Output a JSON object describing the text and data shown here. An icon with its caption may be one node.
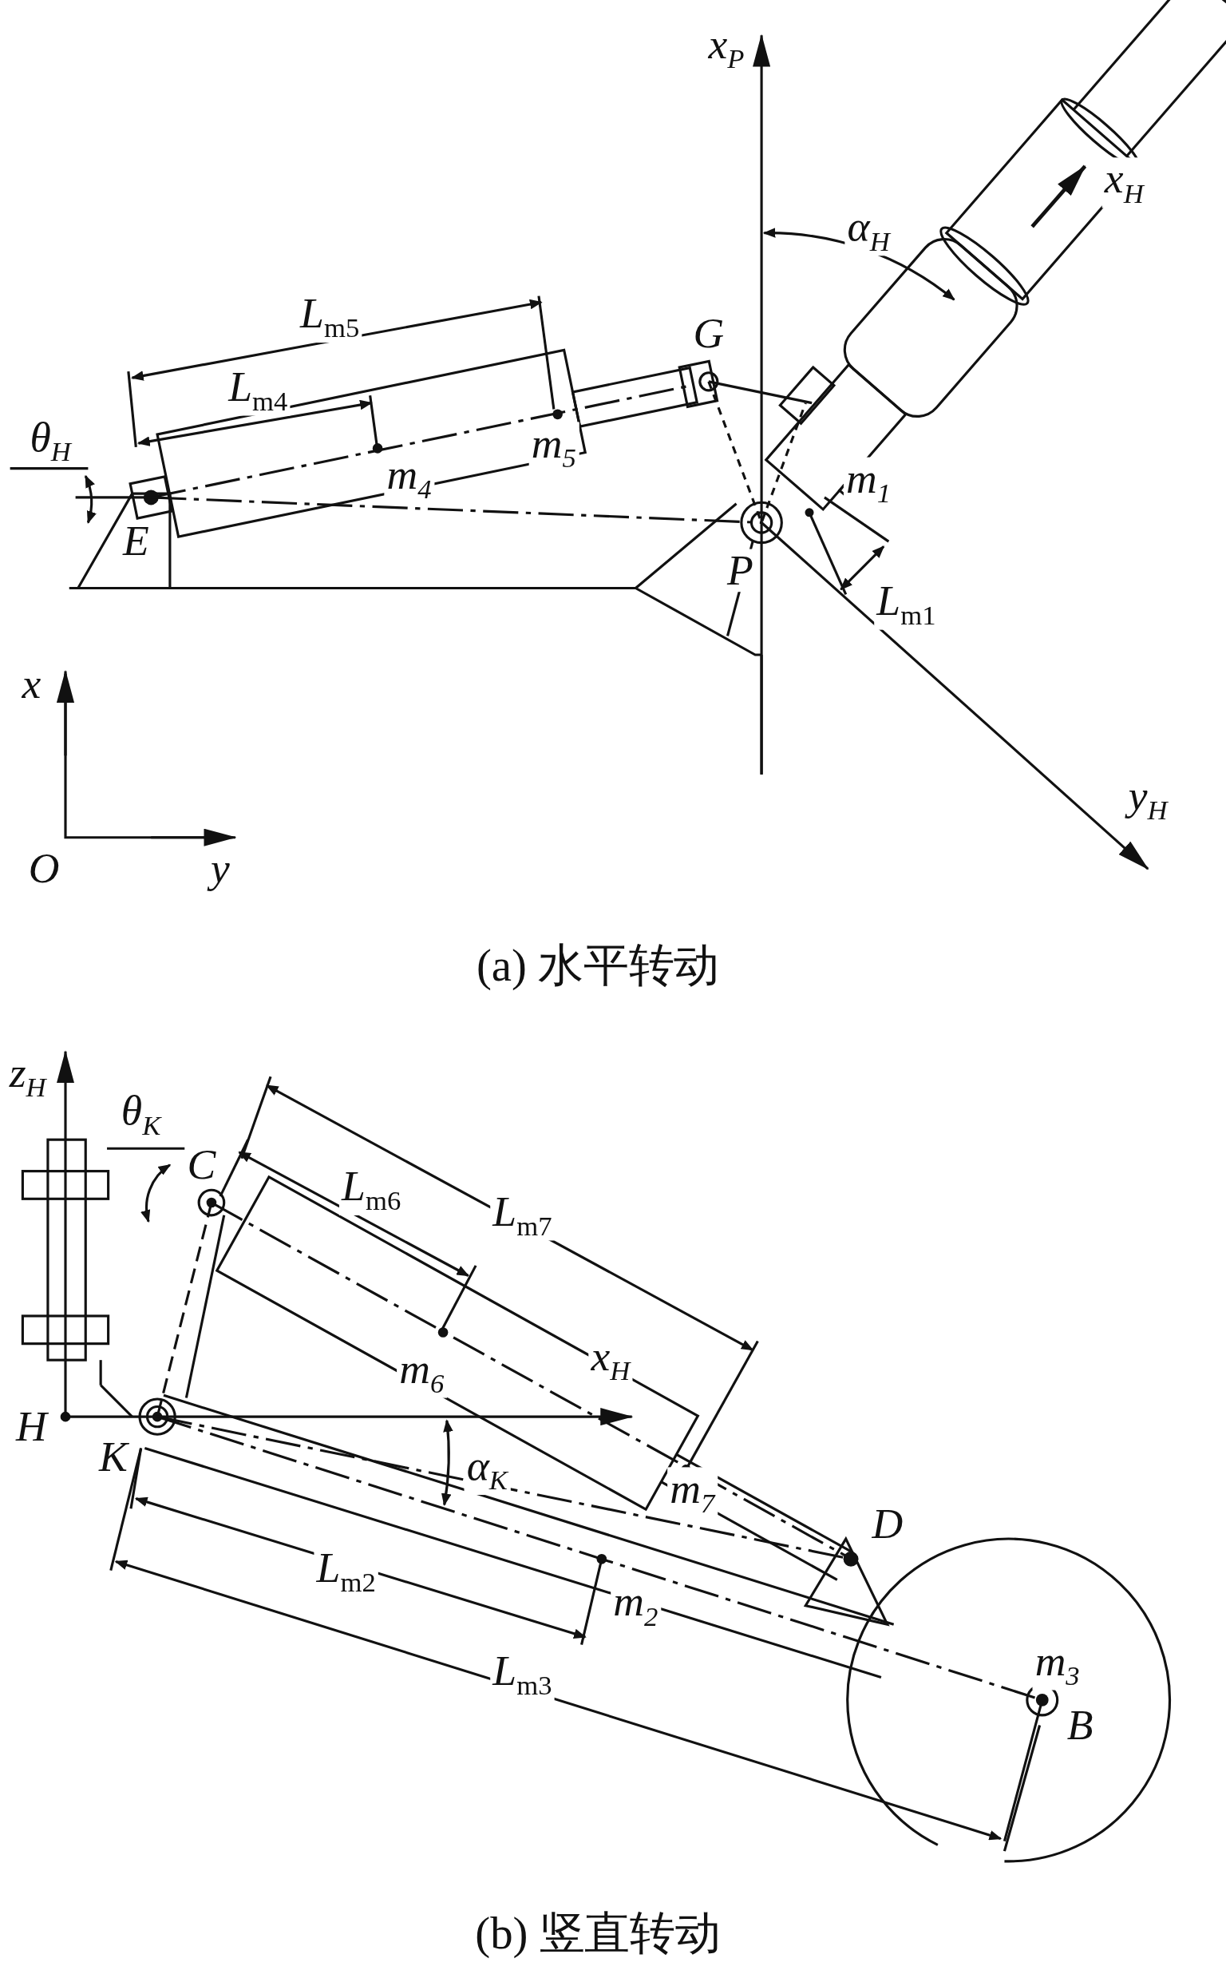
{
  "diagram": {
    "labels": [
      "x$_{P}$",
      "α$_{H}$",
      "x$_{H}$",
      "*L*$_{m5}$",
      "G",
      "*L*$_{m4}$",
      "θ$_{H}$",
      "m$_{4}$",
      "m$_{5}$",
      "E",
      "m$_{1}$",
      "P",
      "*L*$_{m1}$",
      "y$_{H}$",
      "x",
      "O",
      "y",
      "(a)  水平转动",
      "z$_{H}$",
      "θ$_{K}$",
      "C",
      "*L*$_{m6}$",
      "*L*$_{m7}$",
      "x$_{H}$",
      "m$_{6}$",
      "H",
      "K",
      "α$_{K}$",
      "m$_{7}$",
      "D",
      "*L*$_{m2}$",
      "m$_{2}$",
      "m$_{3}$",
      "*L*$_{m3}$",
      "B",
      "(b)  竖直转动"
    ]
  }
}
